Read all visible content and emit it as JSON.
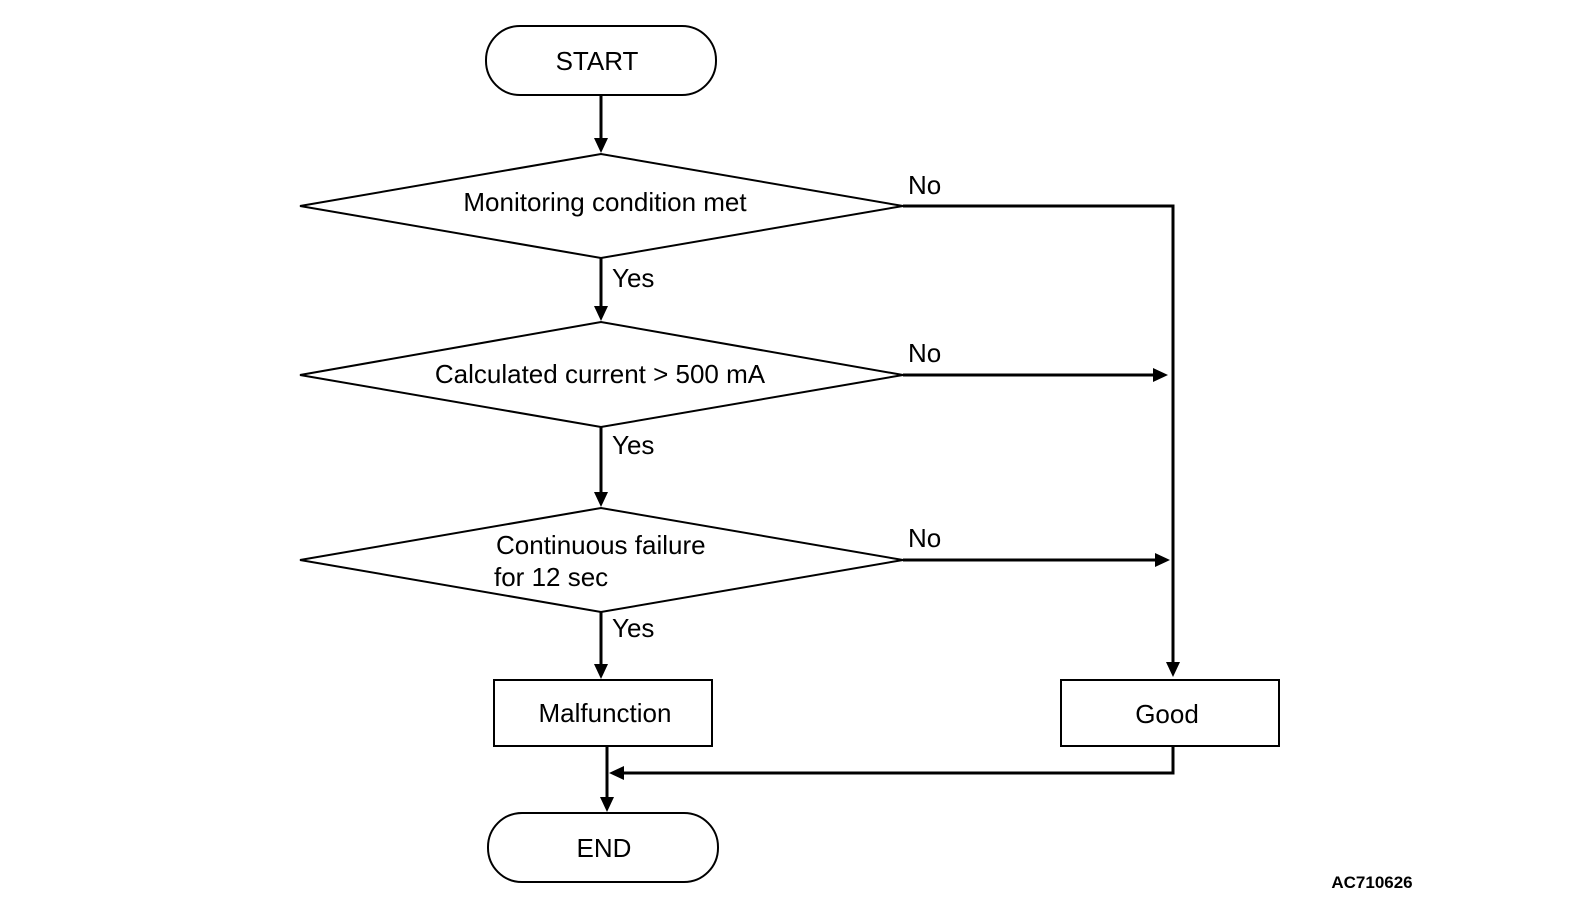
{
  "flowchart": {
    "start": "START",
    "decision_1": "Monitoring condition met",
    "decision_2": "Calculated current > 500 mA",
    "decision_3_line1": "Continuous failure",
    "decision_3_line2": "for 12 sec",
    "malfunction": "Malfunction",
    "good": "Good",
    "end": "END",
    "yes_label": "Yes",
    "no_label": "No"
  },
  "figure_id": "AC710626"
}
